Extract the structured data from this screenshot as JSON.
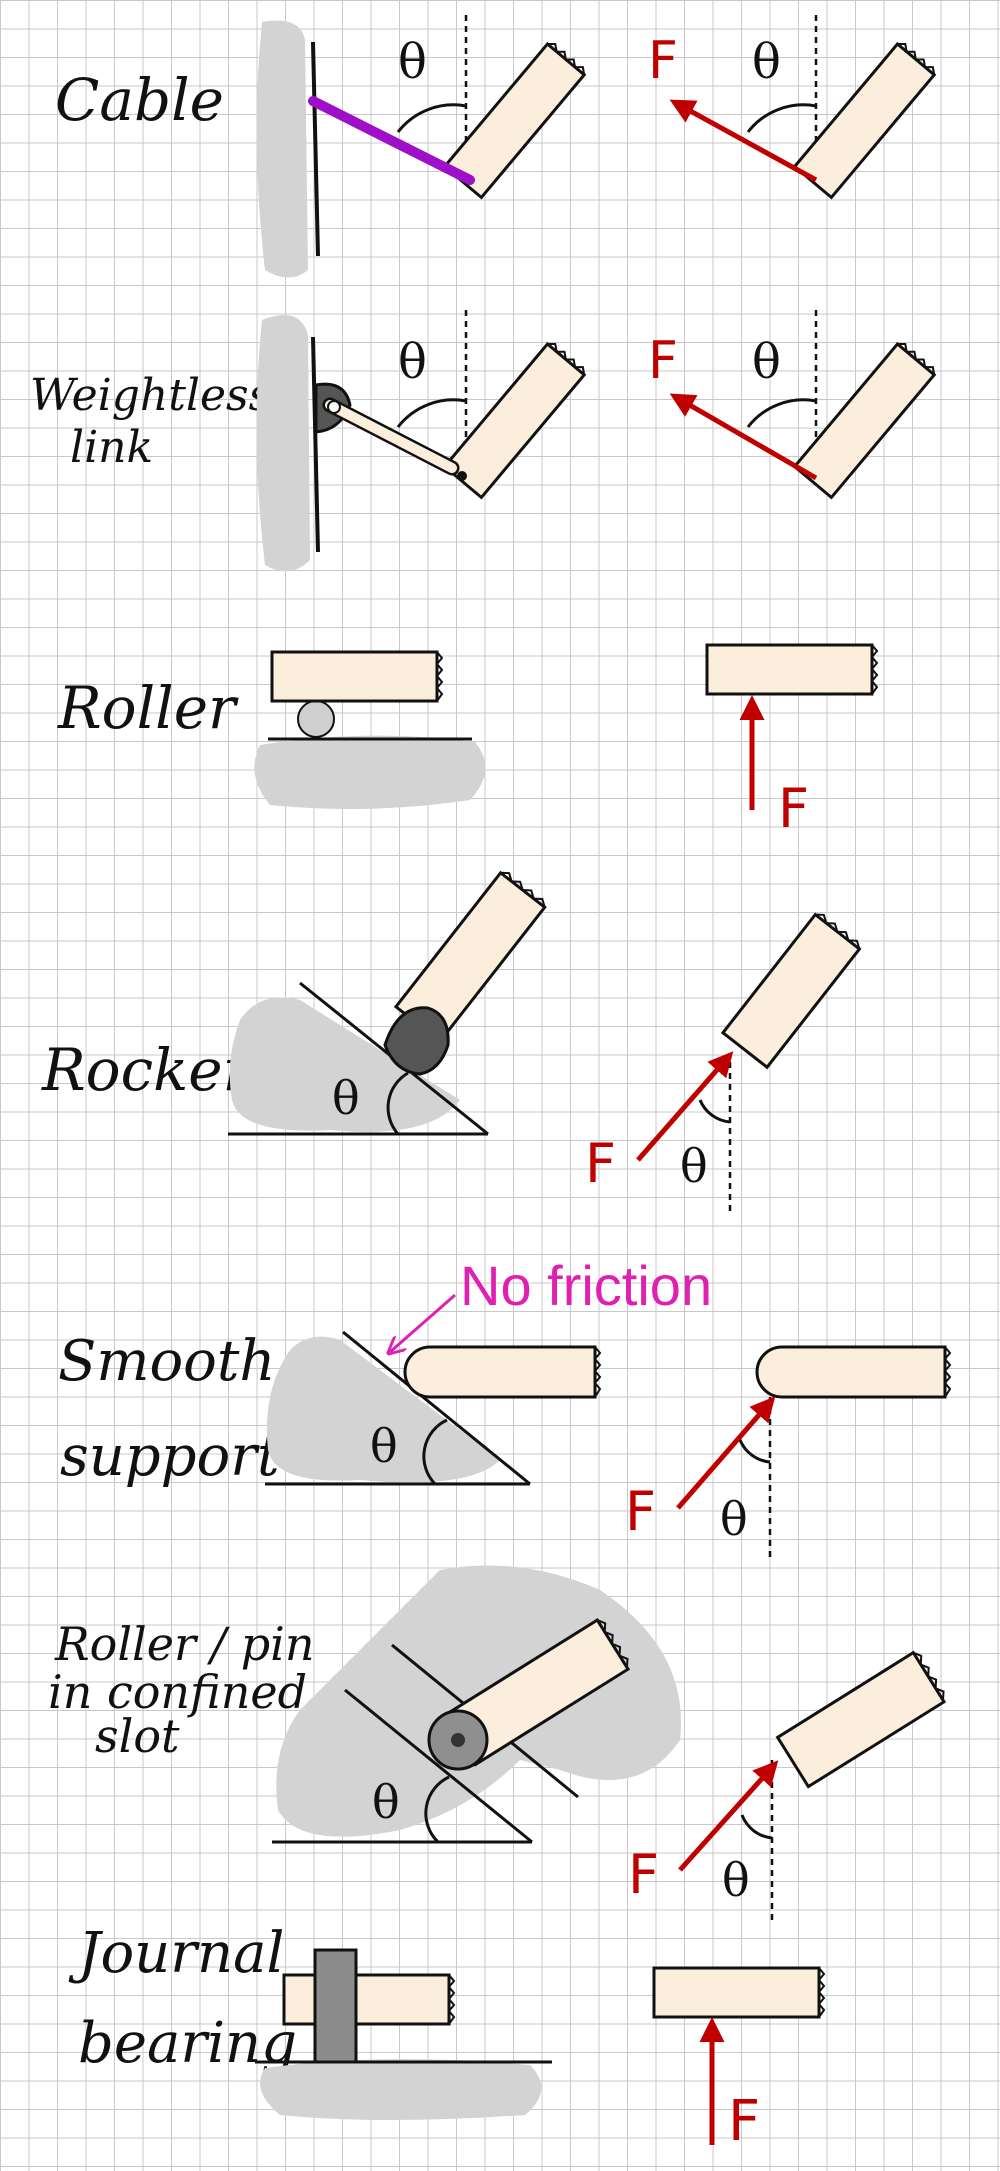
{
  "rows": [
    {
      "label_lines": [
        "Cable"
      ],
      "force_label": "F",
      "angle_label": "θ"
    },
    {
      "label_lines": [
        "Weightless",
        "link"
      ],
      "force_label": "F",
      "angle_label": "θ"
    },
    {
      "label_lines": [
        "Roller"
      ],
      "force_label": "F"
    },
    {
      "label_lines": [
        "Rocker"
      ],
      "force_label": "F",
      "angle_label": "θ"
    },
    {
      "label_lines": [
        "Smooth",
        "support"
      ],
      "force_label": "F",
      "angle_label": "θ",
      "annotation": "No friction"
    },
    {
      "label_lines": [
        "Roller / pin",
        "in confined",
        "slot"
      ],
      "force_label": "F",
      "angle_label": "θ"
    },
    {
      "label_lines": [
        "Journal",
        "bearing"
      ],
      "force_label": "F"
    }
  ],
  "colors": {
    "beam_fill": "#fbeedd",
    "force": "#c00000",
    "cable": "#9d10c8",
    "annotation": "#e020b0",
    "ground_shade": "#d3d3d3",
    "support_dark": "#555555"
  }
}
